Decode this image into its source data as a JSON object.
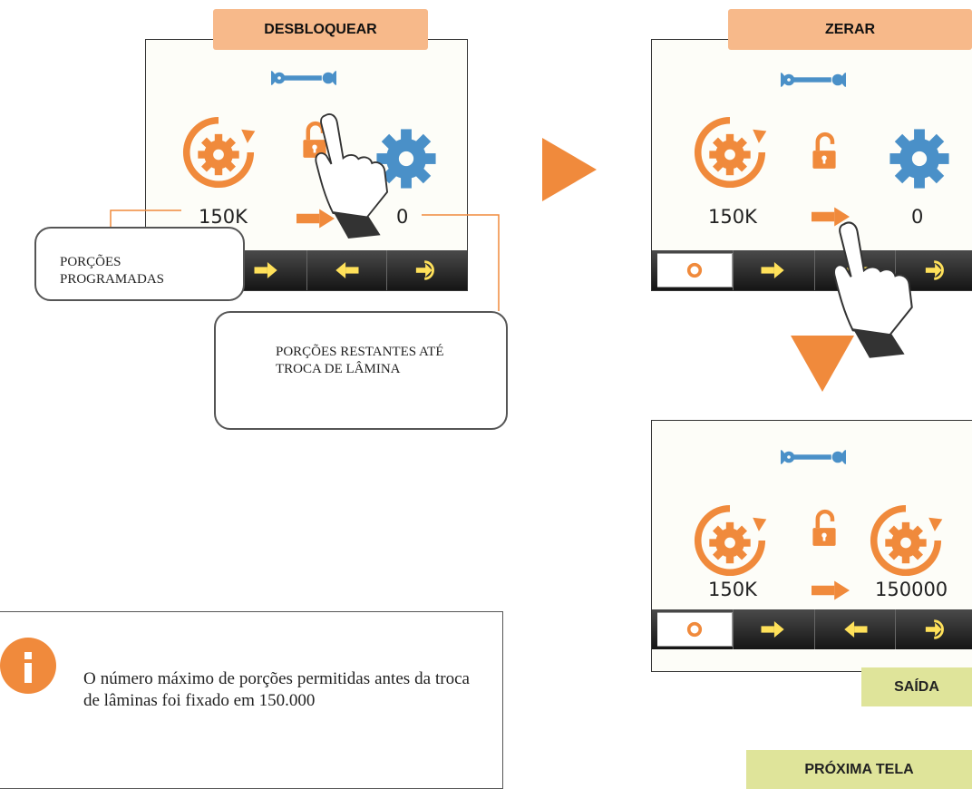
{
  "screen1": {
    "badge": "DESBLOQUEAR",
    "left_value": "150K",
    "right_value": "0"
  },
  "screen2": {
    "badge": "ZERAR",
    "left_value": "150K",
    "right_value": "0"
  },
  "screen3": {
    "left_value": "150K",
    "right_value": "150000",
    "exit_label": "SAÍDA"
  },
  "callouts": {
    "programmed": "PORÇÕES PROGRAMADAS",
    "remaining": "PORÇÕES RESTANTES ATÉ TROCA DE LÂMINA"
  },
  "info": {
    "text": "O número máximo de porções permitidas antes da troca de lâminas foi fixado em 150.000"
  },
  "next_screen": "PRÓXIMA TELA",
  "colors": {
    "orange": "#f08a3c",
    "blue": "#4a90c8",
    "badge": "#f7b98a",
    "green": "#dfe49a"
  }
}
